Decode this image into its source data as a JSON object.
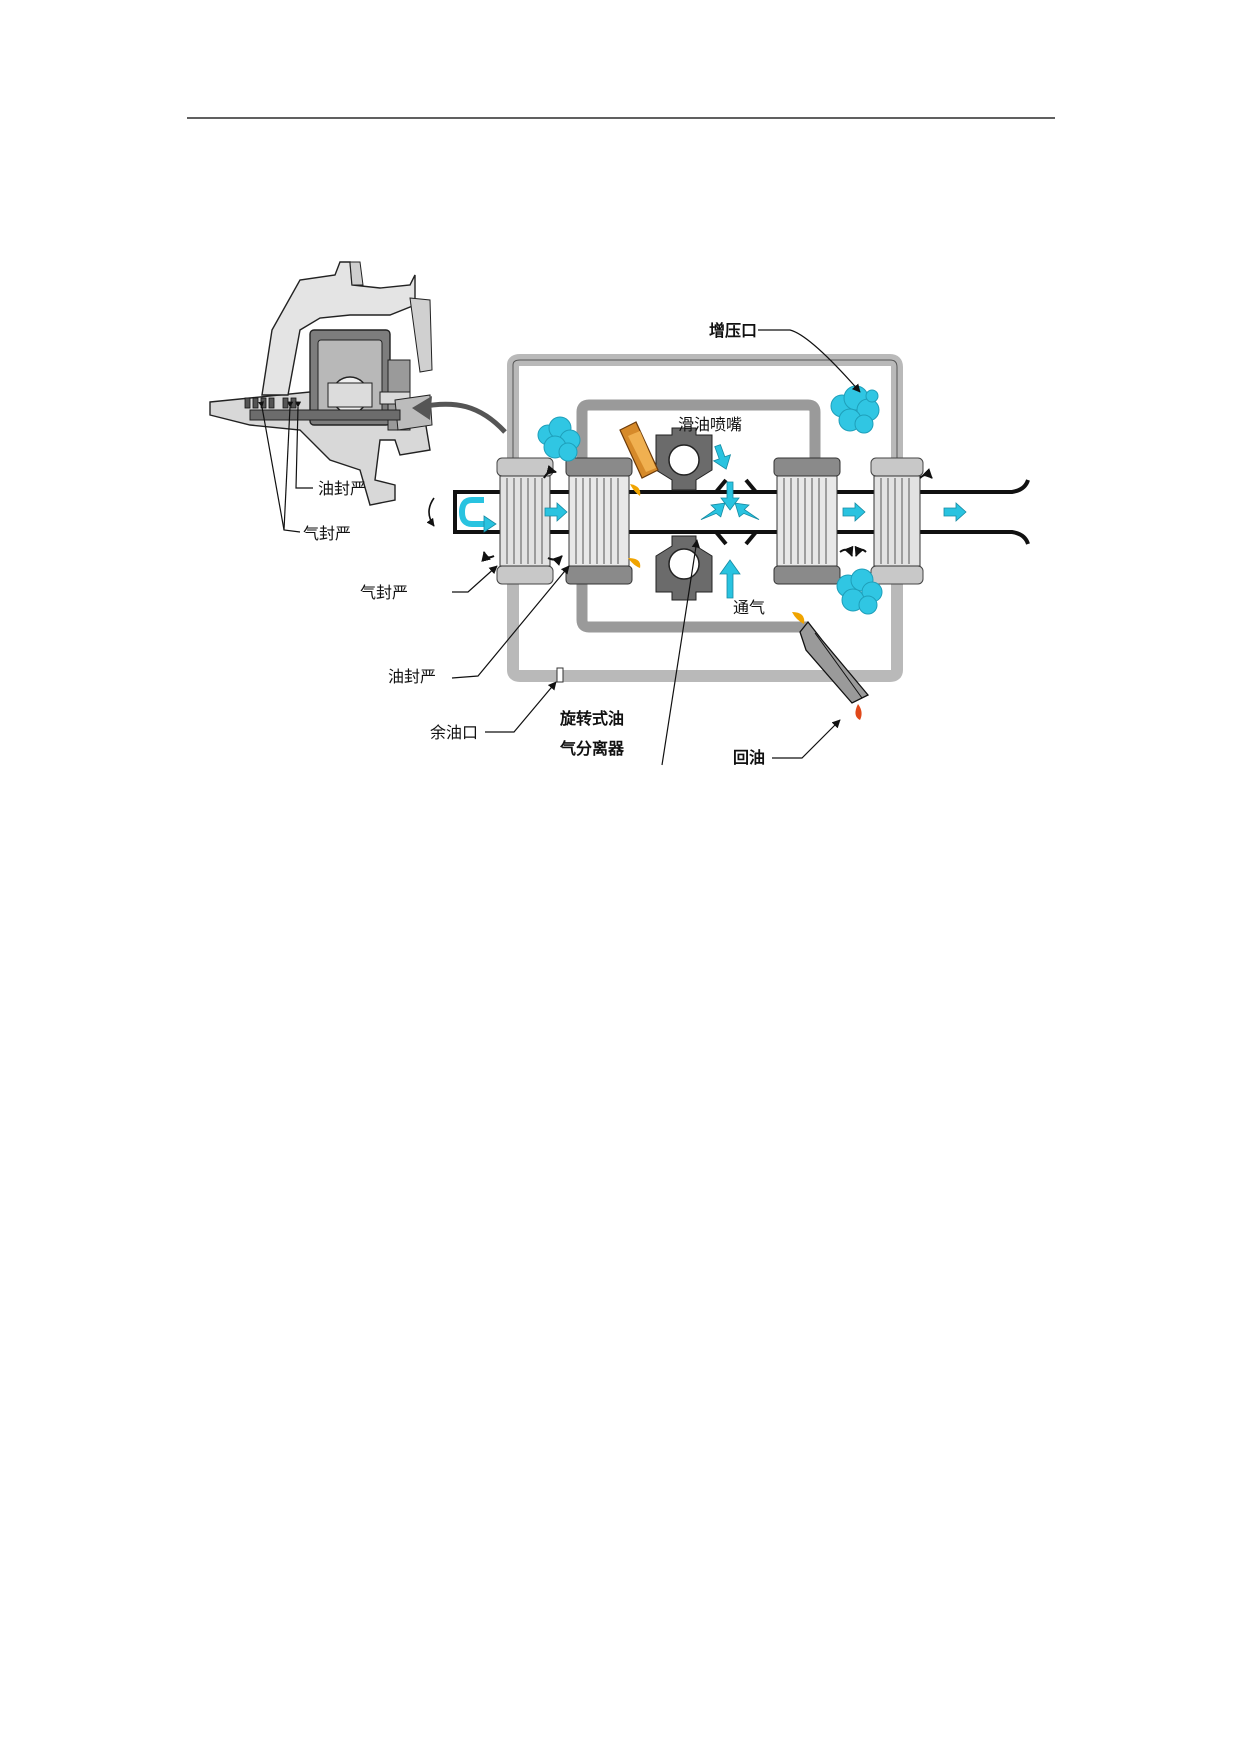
{
  "labels": {
    "oil_seal_inset": "油封严",
    "air_seal_inset": "气封严",
    "pressurize_port": "增压口",
    "lube_nozzle": "滑油喷嘴",
    "air_seal": "气封严",
    "oil_seal": "油封严",
    "vent": "通气",
    "drain_port": "余油口",
    "separator_line1": "旋转式油",
    "separator_line2": "气分离器",
    "oil_return": "回油"
  },
  "colors": {
    "housing": "#b9b9b9",
    "housing_dark": "#5e5e5e",
    "air_flow": "#29c3e0",
    "air_cloud": "#30c6e3",
    "oil_drop": "#f0a400",
    "oil_return_drop": "#e0481a",
    "nozzle": "#d68a2a",
    "line": "#111111"
  }
}
